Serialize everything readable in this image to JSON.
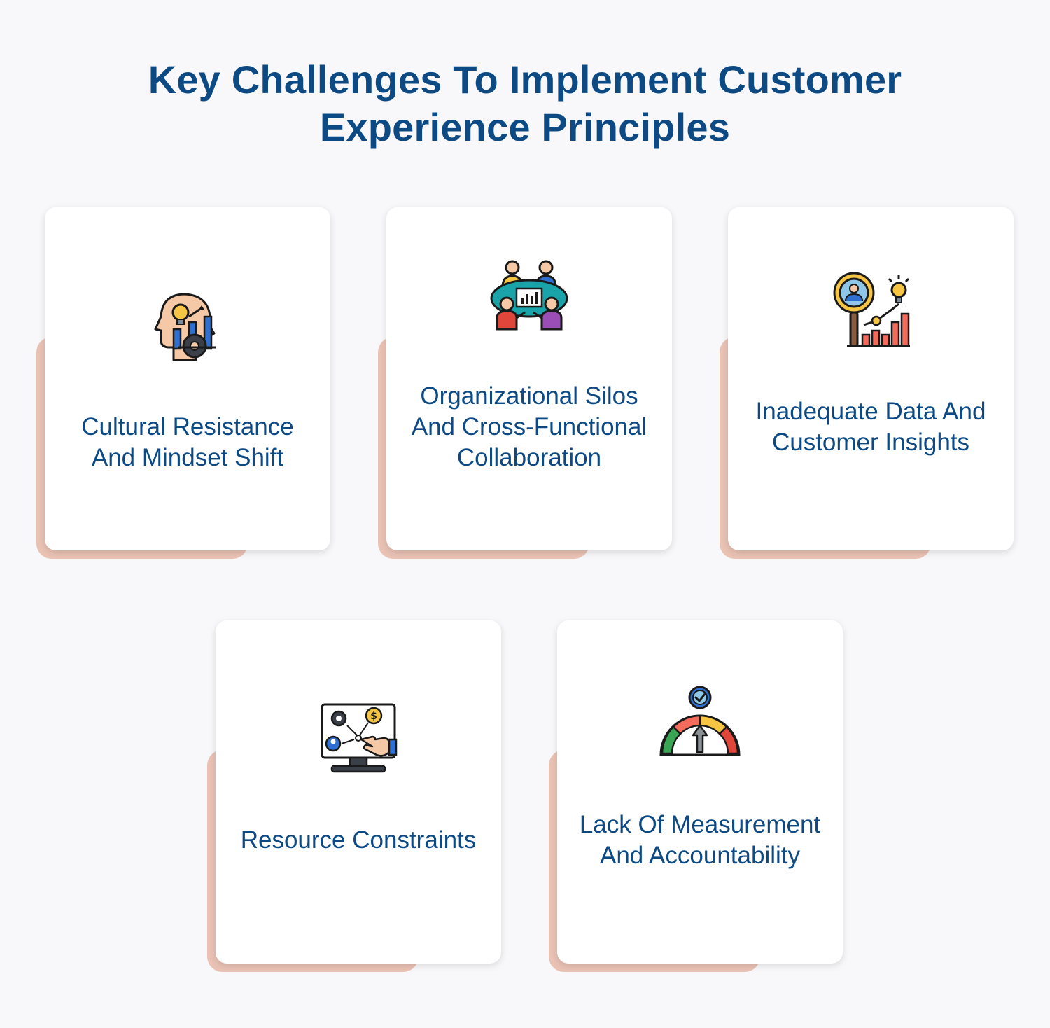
{
  "title": {
    "line1": "Key Challenges To Implement Customer",
    "line2": "Experience Principles"
  },
  "cards": [
    {
      "label": "Cultural Resistance And Mindset Shift",
      "icon": "head-gear-idea-icon"
    },
    {
      "label": "Organizational Silos And Cross-Functional Collaboration",
      "icon": "team-meeting-icon"
    },
    {
      "label": "Inadequate Data And Customer Insights",
      "icon": "magnifier-analytics-icon"
    },
    {
      "label": "Resource Constraints",
      "icon": "monitor-resources-icon"
    },
    {
      "label": "Lack Of Measurement And Accountability",
      "icon": "gauge-check-icon"
    }
  ],
  "colors": {
    "title": "#0d4a84",
    "card_text": "#0d4a84",
    "card_accent": "#e9c2b4",
    "background": "#f8f8fa"
  }
}
